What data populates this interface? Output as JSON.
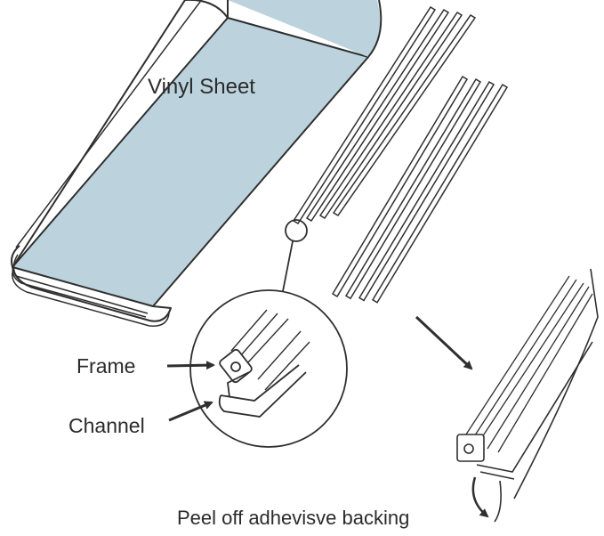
{
  "labels": {
    "vinyl_sheet": "Vinyl Sheet",
    "frame": "Frame",
    "channel": "Channel",
    "peel_off": "Peel off adhevisve backing"
  },
  "colors": {
    "vinyl_fill": "#bcd3de",
    "line": "#2f2f2f",
    "text": "#2b2b2b"
  },
  "icons": {
    "frame_arrow": "right-arrow-icon",
    "channel_arrow": "right-arrow-icon",
    "step_arrow": "down-right-arrow-icon",
    "peel_arrow": "curved-arrow-icon"
  }
}
